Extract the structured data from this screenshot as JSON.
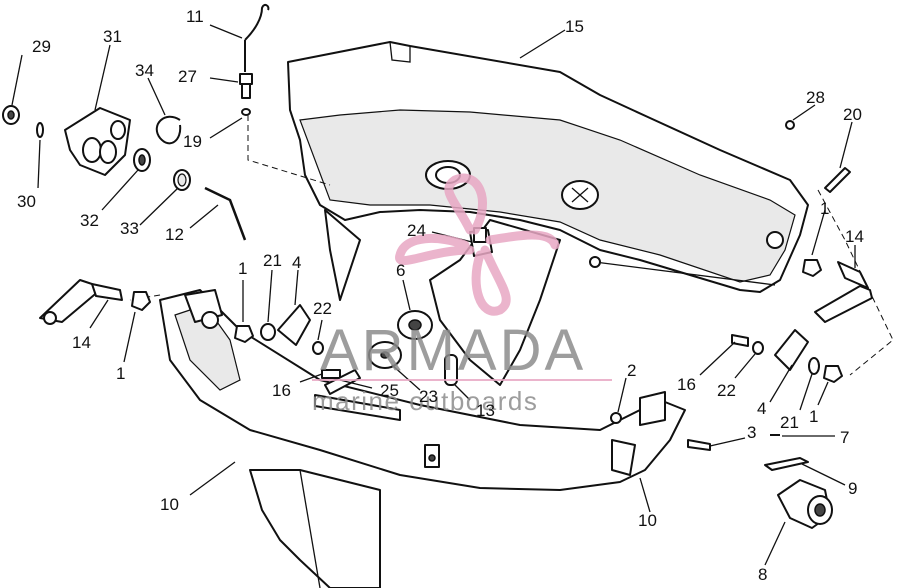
{
  "watermark": {
    "brand": "ARMADA",
    "tagline": "marine outboards",
    "logo_color": "#e8a8c4",
    "text_color": "#8c8c8c"
  },
  "callouts": [
    {
      "id": "c29",
      "text": "29"
    },
    {
      "id": "c31",
      "text": "31"
    },
    {
      "id": "c34",
      "text": "34"
    },
    {
      "id": "c11",
      "text": "11"
    },
    {
      "id": "c27",
      "text": "27"
    },
    {
      "id": "c19",
      "text": "19"
    },
    {
      "id": "c15",
      "text": "15"
    },
    {
      "id": "c28",
      "text": "28"
    },
    {
      "id": "c20",
      "text": "20"
    },
    {
      "id": "c30",
      "text": "30"
    },
    {
      "id": "c32",
      "text": "32"
    },
    {
      "id": "c33",
      "text": "33"
    },
    {
      "id": "c12",
      "text": "12"
    },
    {
      "id": "c24",
      "text": "24"
    },
    {
      "id": "c1a",
      "text": "1"
    },
    {
      "id": "c14a",
      "text": "14"
    },
    {
      "id": "c1b",
      "text": "1"
    },
    {
      "id": "c21a",
      "text": "21"
    },
    {
      "id": "c4a",
      "text": "4"
    },
    {
      "id": "c6",
      "text": "6"
    },
    {
      "id": "c22a",
      "text": "22"
    },
    {
      "id": "c14b",
      "text": "14"
    },
    {
      "id": "c1c",
      "text": "1"
    },
    {
      "id": "c16a",
      "text": "16"
    },
    {
      "id": "c25",
      "text": "25"
    },
    {
      "id": "c23",
      "text": "23"
    },
    {
      "id": "c13",
      "text": "13"
    },
    {
      "id": "c2",
      "text": "2"
    },
    {
      "id": "c16b",
      "text": "16"
    },
    {
      "id": "c22b",
      "text": "22"
    },
    {
      "id": "c4b",
      "text": "4"
    },
    {
      "id": "c21b",
      "text": "21"
    },
    {
      "id": "c1d",
      "text": "1"
    },
    {
      "id": "c3",
      "text": "3"
    },
    {
      "id": "c7",
      "text": "7"
    },
    {
      "id": "c9",
      "text": "9"
    },
    {
      "id": "c10a",
      "text": "10"
    },
    {
      "id": "c10b",
      "text": "10"
    },
    {
      "id": "c8",
      "text": "8"
    }
  ]
}
